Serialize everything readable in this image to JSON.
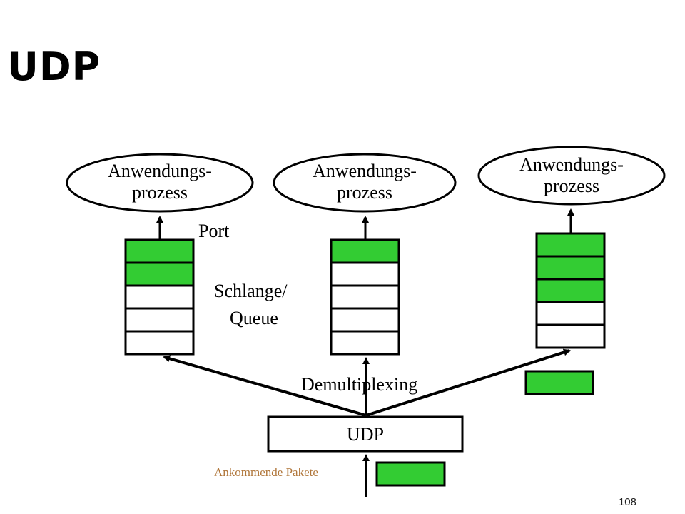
{
  "title": "UDP",
  "processes": [
    {
      "line1": "Anwendungs-",
      "line2": "prozess"
    },
    {
      "line1": "Anwendungs-",
      "line2": "prozess"
    },
    {
      "line1": "Anwendungs-",
      "line2": "prozess"
    }
  ],
  "labels": {
    "port": "Port",
    "queue_line1": "Schlange/",
    "queue_line2": "Queue",
    "demux": "Demultiplexing",
    "udp_box": "UDP",
    "incoming": "Ankommende Pakete"
  },
  "queues": [
    {
      "slots": 5,
      "filled": 2
    },
    {
      "slots": 5,
      "filled": 1
    },
    {
      "slots": 5,
      "filled": 3
    }
  ],
  "colors": {
    "packet_green": "#33cc33",
    "incoming_label": "#b0763a",
    "stroke": "#000000"
  },
  "page_number": "108"
}
